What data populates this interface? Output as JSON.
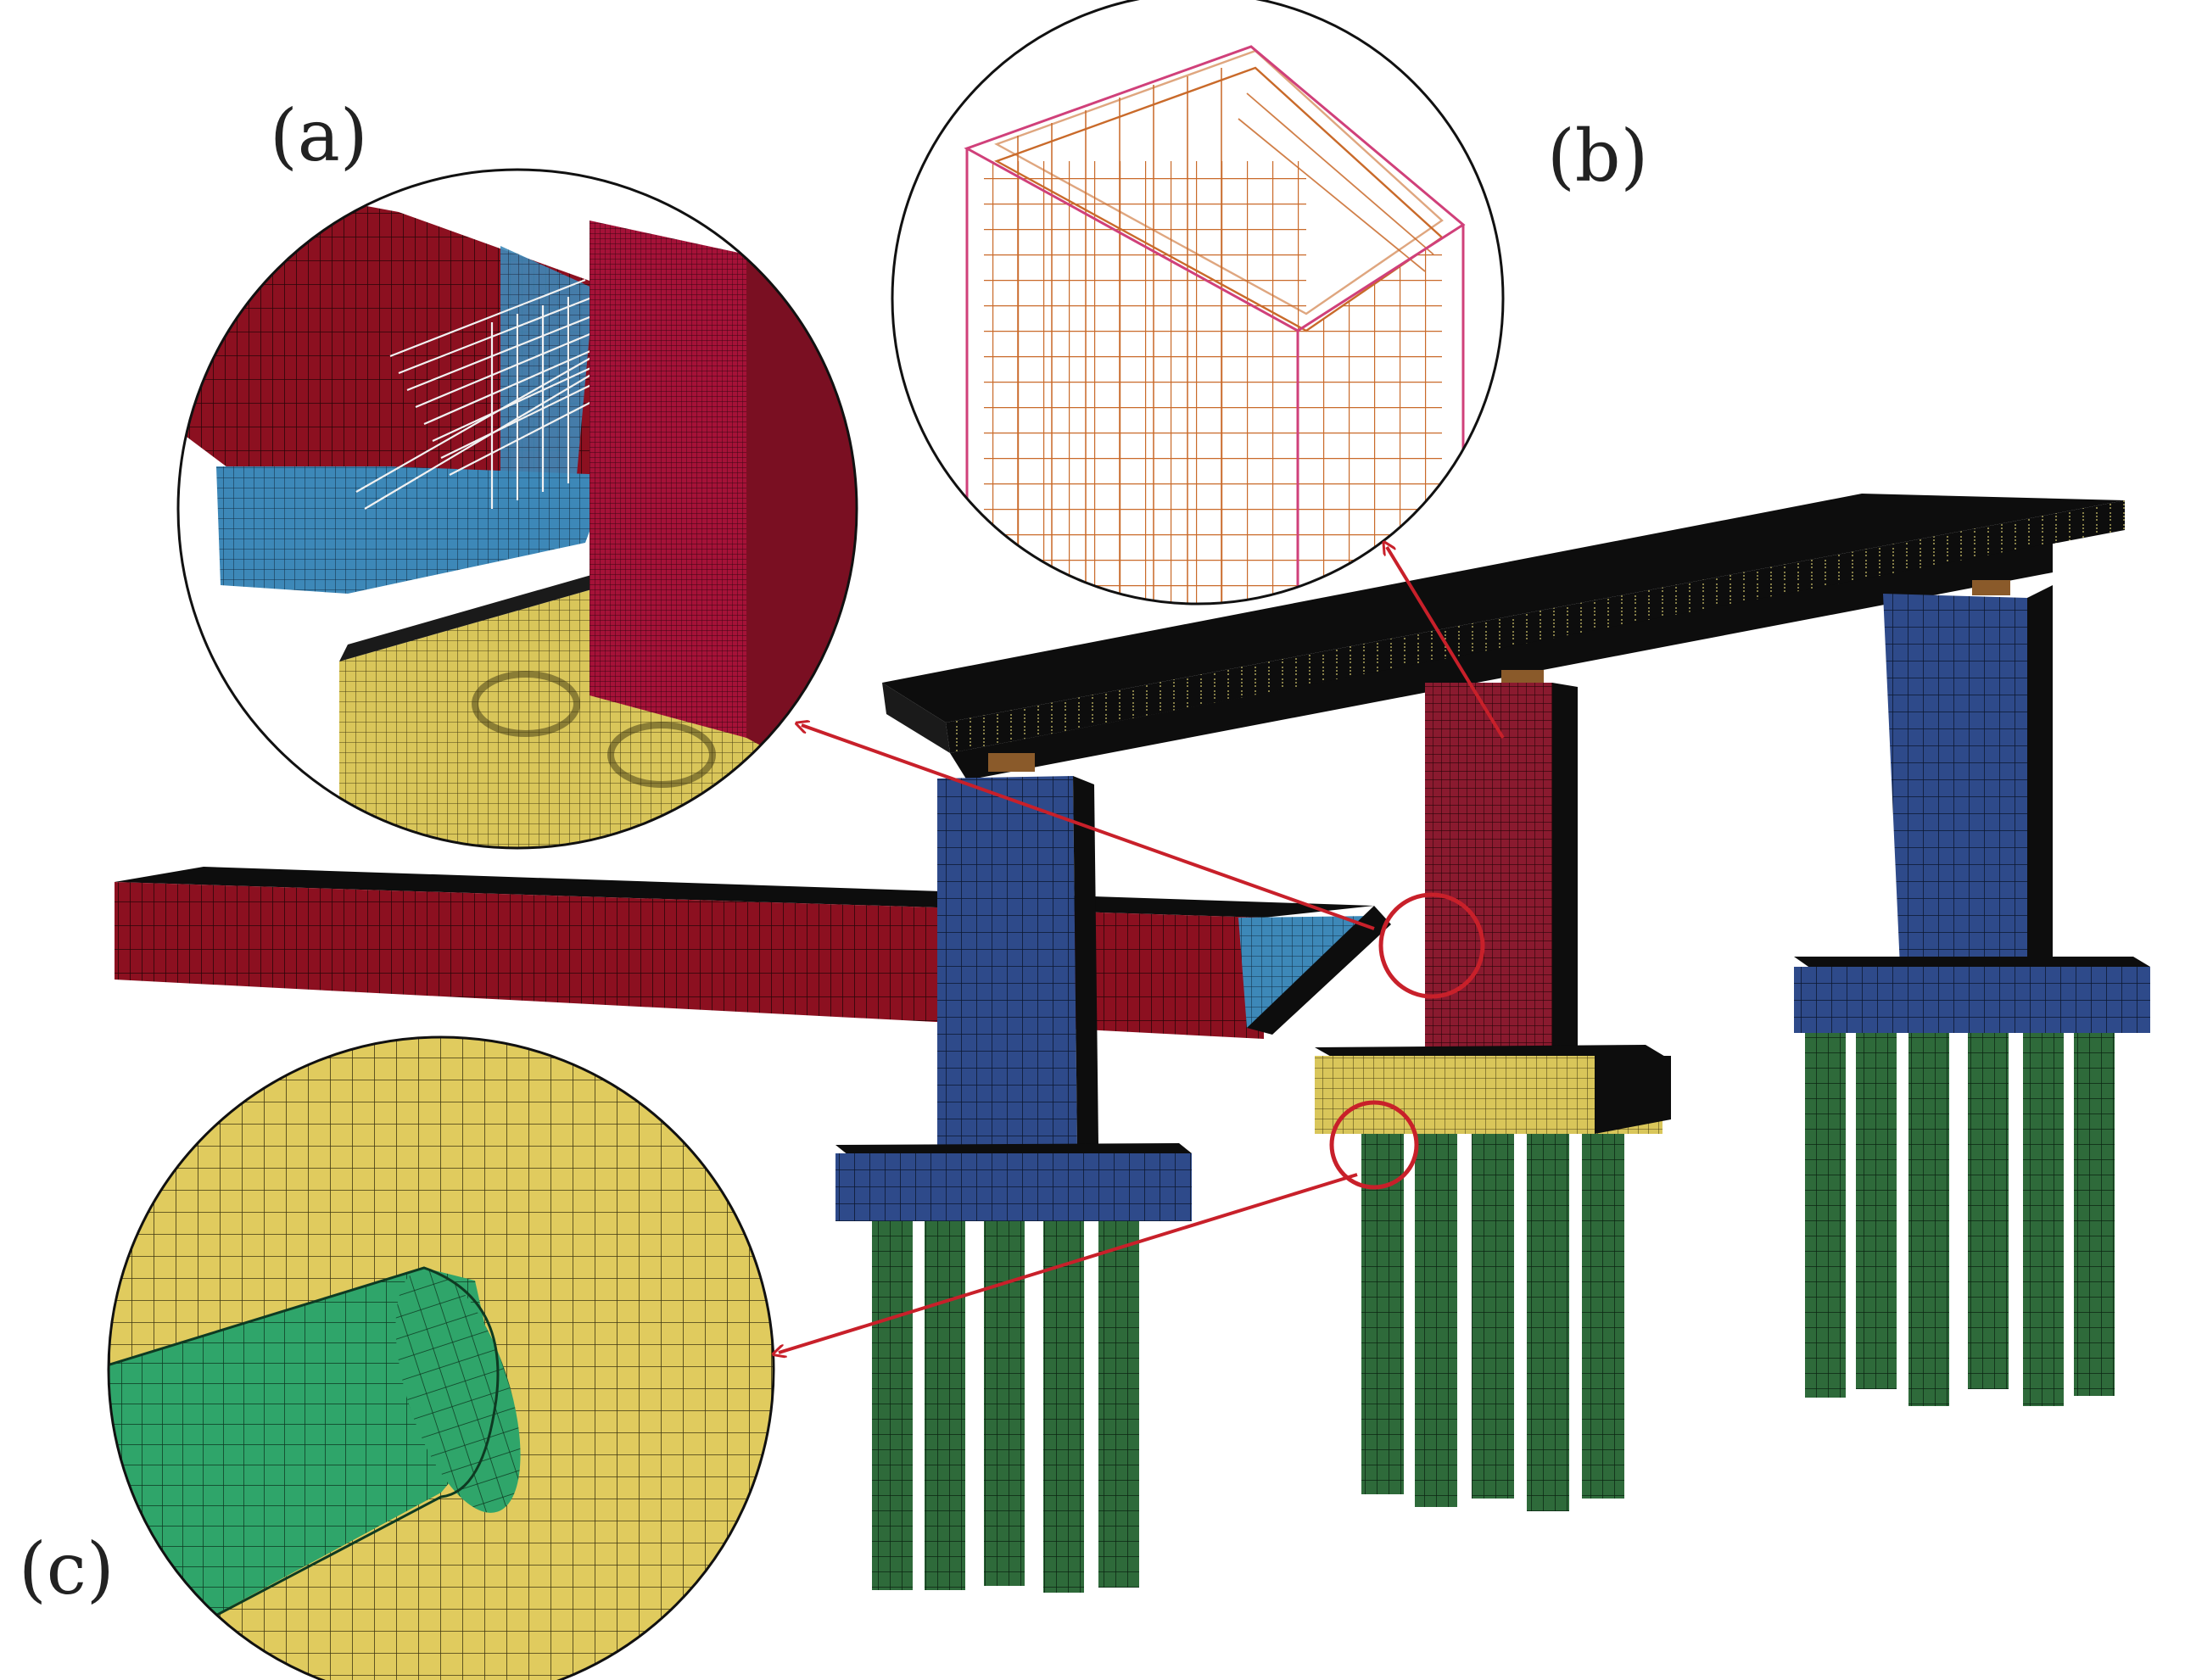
{
  "labels": {
    "a": "(a)",
    "b": "(b)",
    "c": "(c)"
  },
  "colors": {
    "background": "#ffffff",
    "deck": "#0d0d0d",
    "deck_mesh": "#c9c070",
    "girder_red": "#8c1020",
    "pier_red": "#8a1a2f",
    "pier_blue": "#2e4a8a",
    "wedge_blue": "#3d88b8",
    "cap_yellow": "#d9c65a",
    "pile_green": "#2e6a3a",
    "pile_green_detail": "#2fa56a",
    "rebar_orange": "#c96a2a",
    "rebar_frame": "#d0407a",
    "callout_red": "#c8202a",
    "outline": "#111111"
  },
  "icons": {
    "callout_arrow": "arrow-icon",
    "zoom_marker": "circle-marker-icon"
  }
}
